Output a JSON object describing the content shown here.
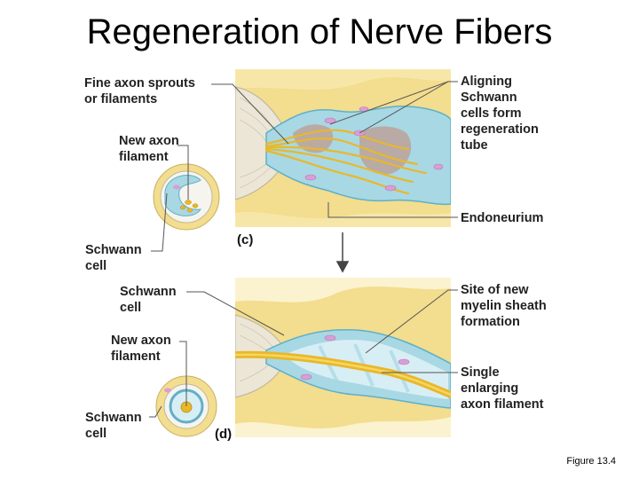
{
  "title": "Regeneration of Nerve Fibers",
  "panels": {
    "c": {
      "tag": "(c)",
      "labels": {
        "fine_sprouts": "Fine axon sprouts\nor filaments",
        "new_axon": "New axon\nfilament",
        "schwann": "Schwann\ncell",
        "aligning": "Aligning\nSchwann\ncells form\nregeneration\ntube",
        "endoneurium": "Endoneurium"
      }
    },
    "d": {
      "tag": "(d)",
      "labels": {
        "schwann": "Schwann\ncell",
        "new_axon": "New axon\nfilament",
        "schwann_cross": "Schwann\ncell",
        "myelin_site": "Site of new\nmyelin sheath\nformation",
        "single_axon": "Single\nenlarging\naxon filament"
      }
    }
  },
  "colors": {
    "connective": "#f3dd8e",
    "schwann": "#a8d8e4",
    "schwann_edge": "#5fb0c8",
    "axon": "#e8b82a",
    "nucleus": "#d99ed6",
    "debris": "#b9aaa5",
    "myelin_pale": "#d8eef5"
  },
  "caption": "Figure 13.4"
}
